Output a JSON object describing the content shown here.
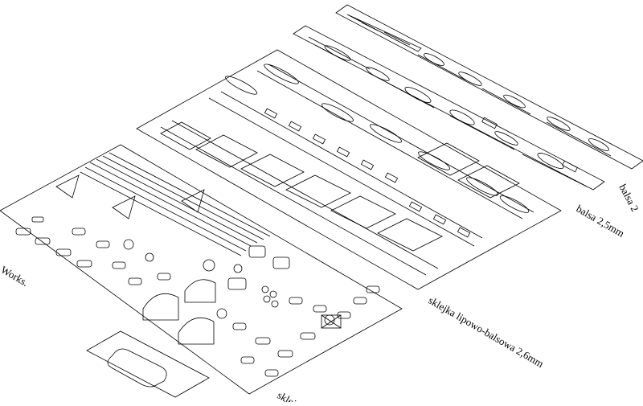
{
  "labels": {
    "sheet_balsa_2": "balsa 2",
    "sheet_balsa_25": "balsa 2,5mm",
    "sheet_plywood": "sklejka lipowo-balsowa 2,6mm",
    "sheet_small": "sklej",
    "credit_fragment": "Works."
  },
  "colors": {
    "line": "#000000",
    "background": "#ffffff"
  }
}
